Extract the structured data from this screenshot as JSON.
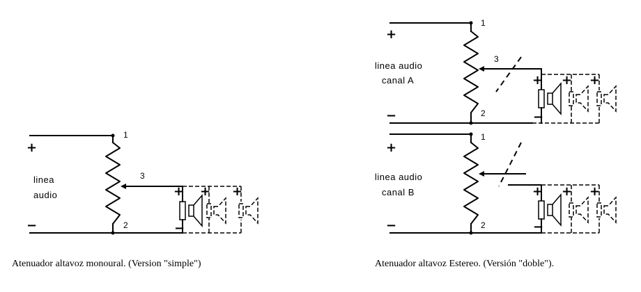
{
  "mono": {
    "terminal_1": "1",
    "terminal_2": "2",
    "terminal_3": "3",
    "plus": "+",
    "minus": "−",
    "label_line1": "linea",
    "label_line2": "audio",
    "caption": "Atenuador altavoz monoural. (Version \"simple\")"
  },
  "stereo": {
    "channel_a": {
      "terminal_1": "1",
      "terminal_2": "2",
      "terminal_3": "3",
      "plus": "+",
      "minus": "−",
      "label_line1": "linea audio",
      "label_line2": "canal A"
    },
    "channel_b": {
      "terminal_1": "1",
      "terminal_2": "2",
      "plus": "+",
      "minus": "−",
      "label_line1": "linea audio",
      "label_line2": "canal B"
    },
    "caption": "Atenuador altavoz Estereo. (Versión \"doble\")."
  },
  "speaker_plus": "+",
  "speaker_minus": "−"
}
